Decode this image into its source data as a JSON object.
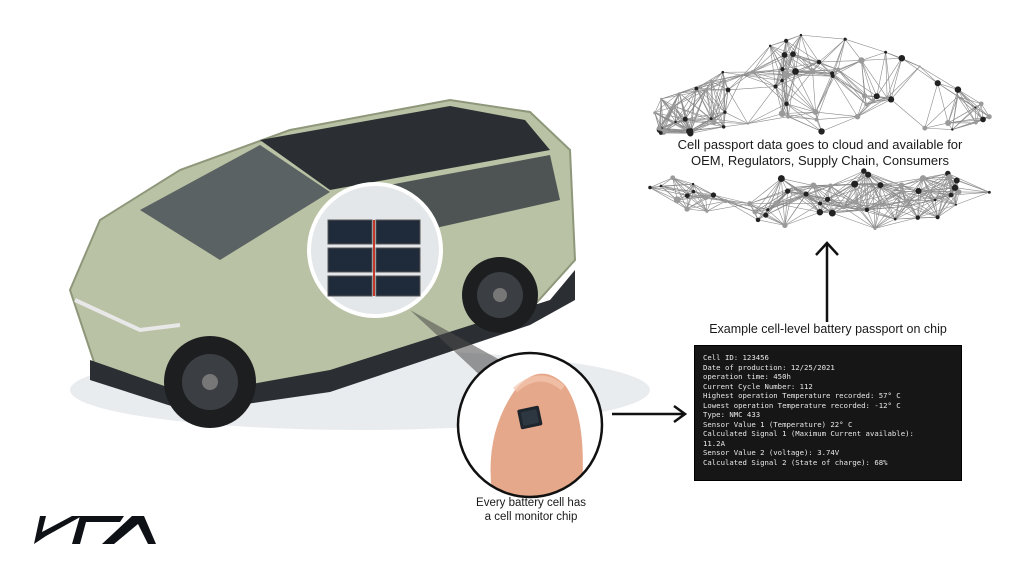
{
  "cloud": {
    "caption_line1": "Cell passport data goes to cloud and available for",
    "caption_line2": "OEM, Regulators, Supply Chain, Consumers"
  },
  "passport": {
    "caption": "Example cell-level battery passport on chip",
    "lines": [
      "Cell ID: 123456",
      "Date of production: 12/25/2021",
      "operation time: 450h",
      "Current Cycle Number: 112",
      "Highest operation Temperature recorded: 57° C",
      "Lowest operation Temperature recorded: -12° C",
      "Type: NMC 433",
      "Sensor Value 1 (Temperature) 22° C",
      "Calculated Signal 1 (Maximum Current available):",
      "11.2A",
      "Sensor Value 2 (voltage): 3.74V",
      "Calculated Signal 2 (State of charge): 68%"
    ]
  },
  "chip": {
    "caption_line1": "Every battery cell has",
    "caption_line2": "a cell monitor chip"
  },
  "logo": {
    "brand": "KIA"
  },
  "colors": {
    "car_body": "#b9c2a4",
    "car_dark": "#2b2f33",
    "passport_bg": "#161616",
    "passport_text": "#e9e9e9",
    "network_line": "#8a8a8a",
    "network_node": "#222222"
  }
}
